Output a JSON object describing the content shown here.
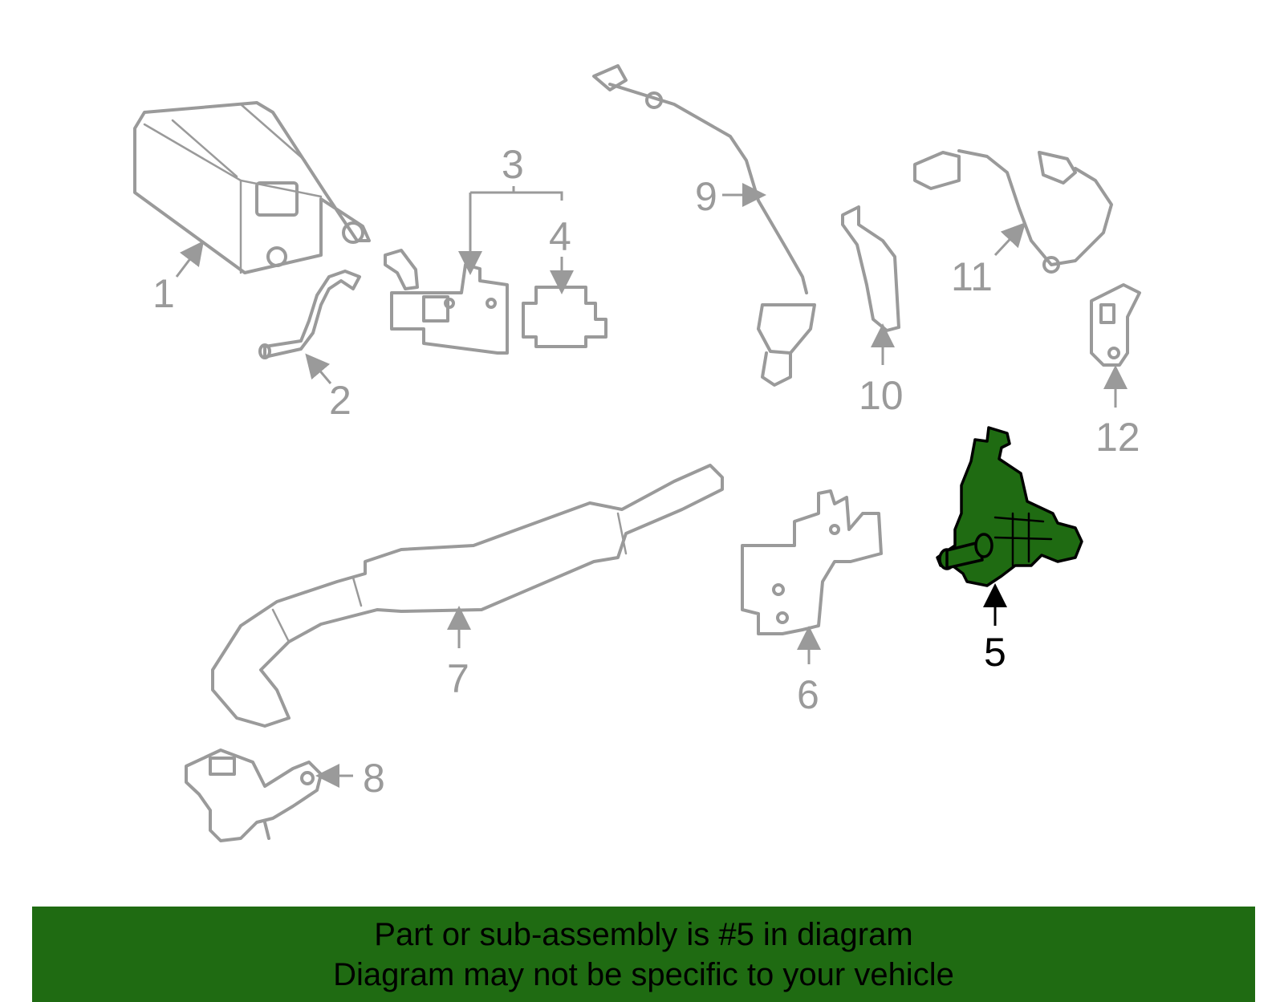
{
  "callouts": {
    "c1": "1",
    "c2": "2",
    "c3": "3",
    "c4": "4",
    "c5": "5",
    "c6": "6",
    "c7": "7",
    "c8": "8",
    "c9": "9",
    "c10": "10",
    "c11": "11",
    "c12": "12"
  },
  "highlight": {
    "part_number": "5",
    "color": "#1f6b12"
  },
  "banner": {
    "line1": "Part or sub-assembly is #5 in diagram",
    "line2": "Diagram may not be specific to your vehicle",
    "background": "#1f6b12"
  }
}
